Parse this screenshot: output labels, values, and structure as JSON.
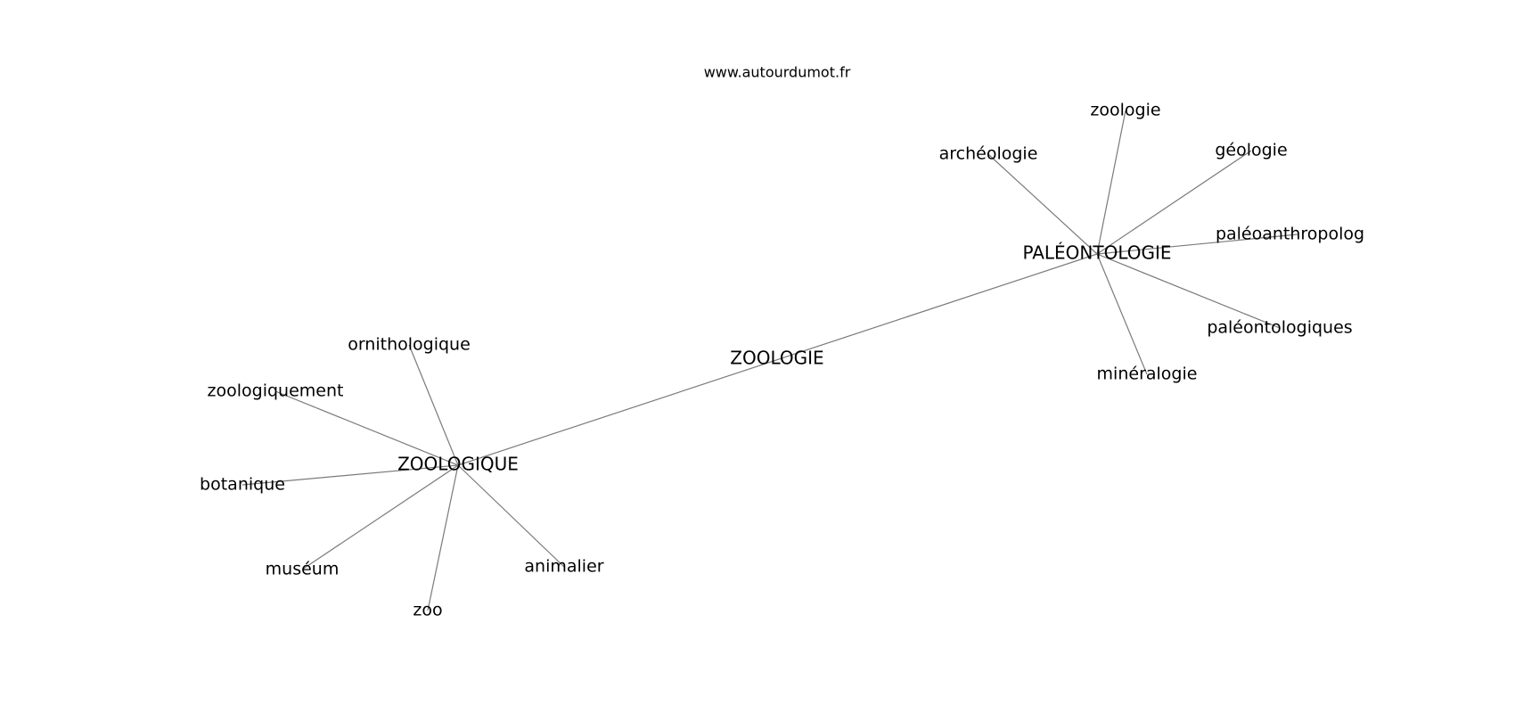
{
  "site": "www.autourdumot.fr",
  "graph": {
    "center": "ZOOLOGIE",
    "hubs": [
      "ZOOLOGIQUE",
      "PALÉONTOLOGIE"
    ],
    "nodes": {
      "zoologie_center": "ZOOLOGIE",
      "zoologique": "ZOOLOGIQUE",
      "paleontologie": "PALÉONTOLOGIE",
      "zoologie": "zoologie",
      "geologie": "géologie",
      "archeologie": "archéologie",
      "paleoanthropologie": "paléoanthropologie",
      "paleontologiques": "paléontologiques",
      "mineralogie": "minéralogie",
      "ornithologique": "ornithologique",
      "zoologiquement": "zoologiquement",
      "botanique": "botanique",
      "museum": "muséum",
      "zoo": "zoo",
      "animalier": "animalier"
    },
    "edges": [
      [
        "zoologique",
        "paleontologie"
      ],
      [
        "paleontologie",
        "zoologie"
      ],
      [
        "paleontologie",
        "geologie"
      ],
      [
        "paleontologie",
        "archeologie"
      ],
      [
        "paleontologie",
        "paleoanthropologie"
      ],
      [
        "paleontologie",
        "paleontologiques"
      ],
      [
        "paleontologie",
        "mineralogie"
      ],
      [
        "zoologique",
        "ornithologique"
      ],
      [
        "zoologique",
        "zoologiquement"
      ],
      [
        "zoologique",
        "botanique"
      ],
      [
        "zoologique",
        "museum"
      ],
      [
        "zoologique",
        "zoo"
      ],
      [
        "zoologique",
        "animalier"
      ]
    ]
  }
}
